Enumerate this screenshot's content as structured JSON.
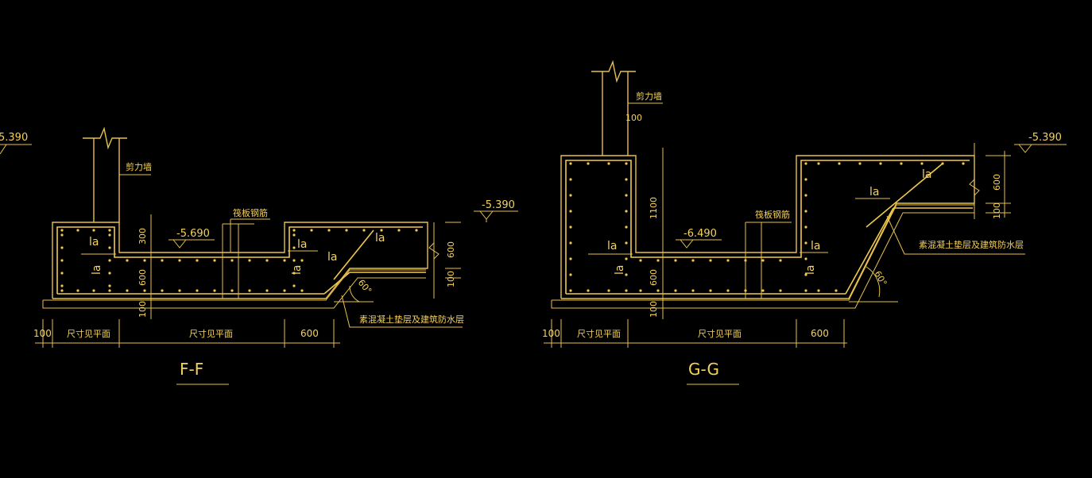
{
  "colors": {
    "background": "#000000",
    "line": "#e8c04a",
    "text": "#f5d25a"
  },
  "sections": [
    {
      "id": "F-F",
      "title": "F-F",
      "wall_label": "剪力墙",
      "raft_label": "筏板钢筋",
      "waterproof_label": "素混凝土垫层及建筑防水层",
      "elevation_top": "-5.390",
      "elevation_left": "5.390",
      "elevation_pit": "-5.690",
      "anchorage": [
        "la",
        "la",
        "la",
        "la",
        "la"
      ],
      "dims_vertical": [
        "300",
        "600",
        "100",
        "600",
        "100"
      ],
      "dims_bottom": [
        "100",
        "尺寸见平面",
        "尺寸见平面",
        "600"
      ],
      "angle": "60°"
    },
    {
      "id": "G-G",
      "title": "G-G",
      "wall_label": "剪力墙",
      "raft_label": "筏板钢筋",
      "waterproof_label": "素混凝土垫层及建筑防水层",
      "elevation_top": "-5.390",
      "elevation_pit": "-6.490",
      "anchorage": [
        "la",
        "la",
        "la",
        "la"
      ],
      "dims_vertical": [
        "100",
        "1100",
        "600",
        "100",
        "600",
        "100"
      ],
      "dims_bottom": [
        "100",
        "尺寸见平面",
        "尺寸见平面",
        "600"
      ],
      "angle": "60°"
    }
  ]
}
